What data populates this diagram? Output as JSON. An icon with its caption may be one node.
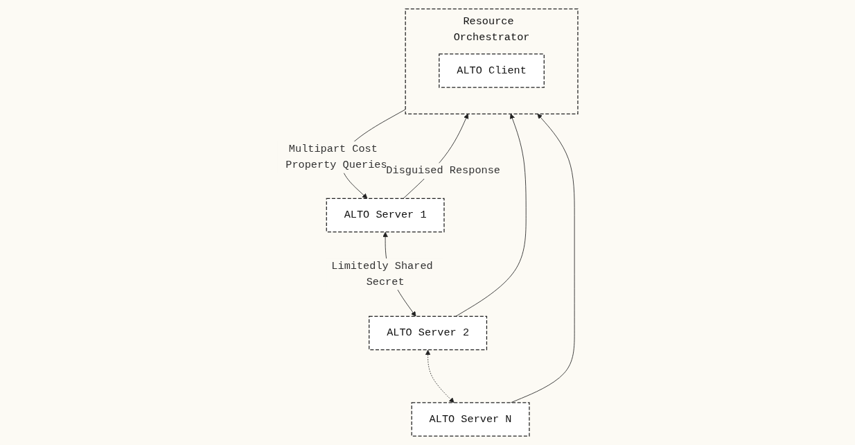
{
  "diagram": {
    "nodes": [
      {
        "text": [
          "Resource Orchestrator"
        ]
      },
      {
        "text": [
          "ALTO Client"
        ],
        "in": 0
      },
      {
        "text": [
          "ALTO Server 1"
        ]
      },
      {
        "text": [
          "ALTO Server 2"
        ]
      },
      {
        "text": [
          "ALTO Server N"
        ]
      }
    ],
    "edges": [
      {
        "from": 0,
        "to": 2,
        "arrow": "to",
        "label": "Multipart Cost Property Queries"
      },
      {
        "from": 2,
        "to": 0,
        "arrow": "to",
        "label": "Disguised Response"
      },
      {
        "from": 3,
        "to": 0,
        "arrow": "to"
      },
      {
        "from": 4,
        "to": 0,
        "arrow": "to"
      },
      {
        "from": 2,
        "to": 3,
        "arrow": "both",
        "label": "Limitedly Shared Secret"
      },
      {
        "from": 3,
        "to": 4,
        "arrow": "both",
        "style": "dashed"
      }
    ]
  }
}
